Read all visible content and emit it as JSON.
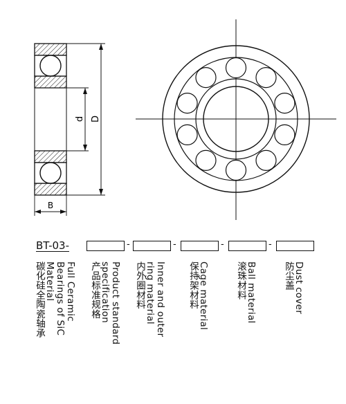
{
  "drawing": {
    "dim_d": "d",
    "dim_D": "D",
    "dim_B": "B"
  },
  "code": {
    "prefix": "BT-03-",
    "separator": "-"
  },
  "labels": {
    "col1_line1": "Full Ceramic",
    "col1_line2": "Bearings of SiC",
    "col1_line3": "Material",
    "col1_line4": "碳化硅全陶瓷轴承",
    "col2_line1": "Product standard",
    "col2_line2": "specification",
    "col2_line3": "产品标准规格",
    "col3_line1": "Inner and outer",
    "col3_line2": "ring material",
    "col3_line3": "内外圈材料",
    "col4_line1": "Cage material",
    "col4_line2": "保持架材料",
    "col5_line1": "Ball material",
    "col5_line2": "滚珠材料",
    "col6_line1": "Dust cover",
    "col6_line2": "防尘盖"
  }
}
